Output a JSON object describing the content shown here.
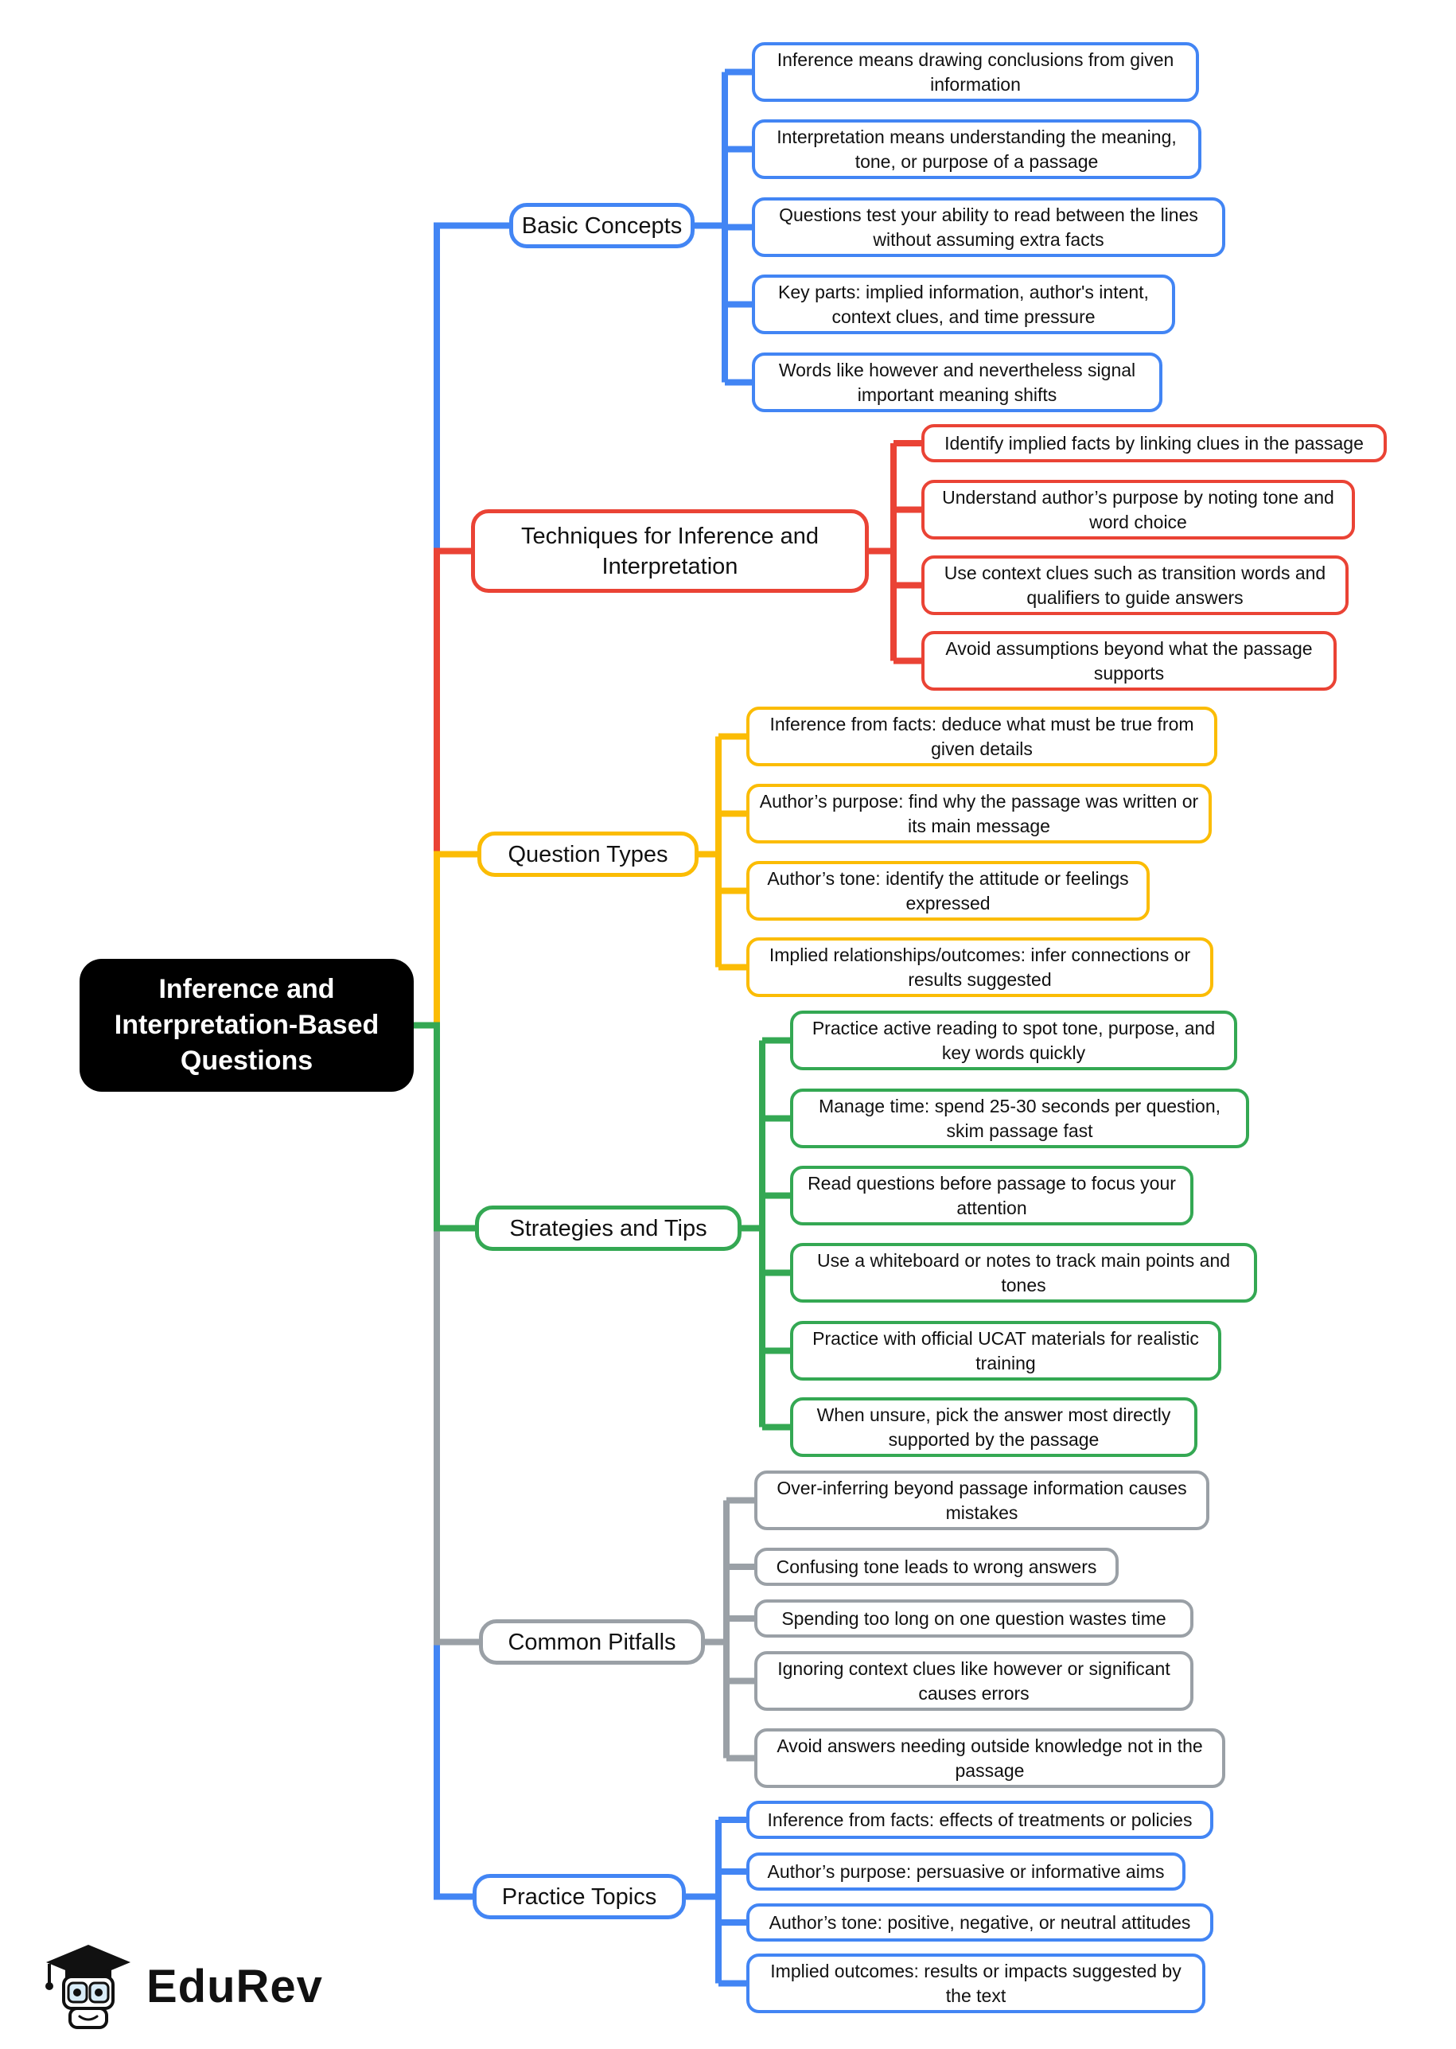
{
  "root": {
    "label": "Inference and Interpretation-Based Questions"
  },
  "branches": [
    {
      "label": "Basic Concepts",
      "color": "#4285f4",
      "leaves": [
        "Inference means drawing conclusions from given information",
        "Interpretation means understanding the meaning, tone, or purpose of a passage",
        "Questions test your ability to read between the lines without assuming extra facts",
        "Key parts: implied information, author's intent, context clues, and time pressure",
        "Words like however and nevertheless signal important meaning shifts"
      ]
    },
    {
      "label": "Techniques for Inference and Interpretation",
      "color": "#ea4335",
      "leaves": [
        "Identify implied facts by linking clues in the passage",
        "Understand author’s purpose by noting tone and word choice",
        "Use context clues such as transition words and qualifiers to guide answers",
        "Avoid assumptions beyond what the passage supports"
      ]
    },
    {
      "label": "Question Types",
      "color": "#fbbc04",
      "leaves": [
        "Inference from facts: deduce what must be true from given details",
        "Author’s purpose: find why the passage was written or its main message",
        "Author’s tone: identify the attitude or feelings expressed",
        "Implied relationships/outcomes: infer connections or results suggested"
      ]
    },
    {
      "label": "Strategies and Tips",
      "color": "#34a853",
      "leaves": [
        "Practice active reading to spot tone, purpose, and key words quickly",
        "Manage time: spend 25-30 seconds per question, skim passage fast",
        "Read questions before passage to focus your attention",
        "Use a whiteboard or notes to track main points and tones",
        "Practice with official UCAT materials for realistic training",
        "When unsure, pick the answer most directly supported by the passage"
      ]
    },
    {
      "label": "Common Pitfalls",
      "color": "#9aa0a6",
      "leaves": [
        "Over-inferring beyond passage information causes mistakes",
        "Confusing tone leads to wrong answers",
        "Spending too long on one question wastes time",
        "Ignoring context clues like however or significant causes errors",
        "Avoid answers needing outside knowledge not in the passage"
      ]
    },
    {
      "label": "Practice Topics",
      "color": "#4285f4",
      "leaves": [
        "Inference from facts: effects of treatments or policies",
        "Author’s purpose: persuasive or informative aims",
        "Author’s tone: positive, negative, or neutral attitudes",
        "Implied outcomes: results or impacts suggested by the text"
      ]
    }
  ],
  "logo": {
    "text": "EduRev"
  }
}
